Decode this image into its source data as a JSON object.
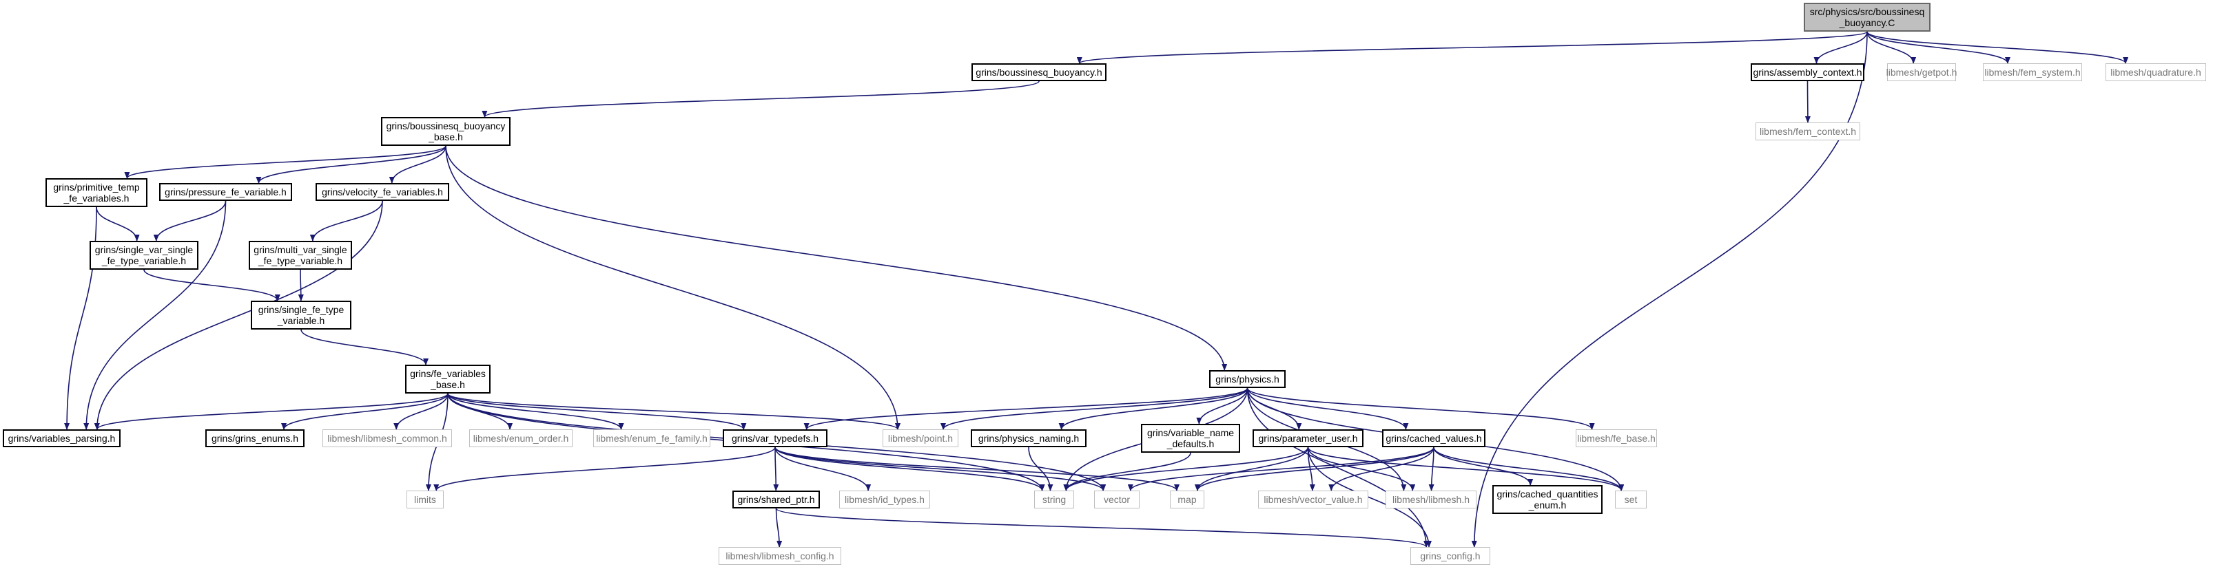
{
  "graph": {
    "edge_color": "#191970",
    "root_fill": "#bfbfbf",
    "external_color": "#bfbfbf",
    "nodes": {
      "root": "src/physics/src/boussinesq\n_buoyancy.C",
      "boussinesq_buoyancy_h": "grins/boussinesq_buoyancy.h",
      "assembly_context_h": "grins/assembly_context.h",
      "getpot_h": "libmesh/getpot.h",
      "fem_system_h": "libmesh/fem_system.h",
      "quadrature_h": "libmesh/quadrature.h",
      "fem_context_h": "libmesh/fem_context.h",
      "boussinesq_buoyancy_base_h": "grins/boussinesq_buoyancy\n_base.h",
      "primitive_temp_fe_variables_h": "grins/primitive_temp\n_fe_variables.h",
      "pressure_fe_variable_h": "grins/pressure_fe_variable.h",
      "velocity_fe_variables_h": "grins/velocity_fe_variables.h",
      "single_var_single_fe_type_variable_h": "grins/single_var_single\n_fe_type_variable.h",
      "multi_var_single_fe_type_variable_h": "grins/multi_var_single\n_fe_type_variable.h",
      "single_fe_type_variable_h": "grins/single_fe_type\n_variable.h",
      "fe_variables_base_h": "grins/fe_variables\n_base.h",
      "physics_h": "grins/physics.h",
      "variables_parsing_h": "grins/variables_parsing.h",
      "grins_enums_h": "grins/grins_enums.h",
      "libmesh_common_h": "libmesh/libmesh_common.h",
      "enum_order_h": "libmesh/enum_order.h",
      "enum_fe_family_h": "libmesh/enum_fe_family.h",
      "var_typedefs_h": "grins/var_typedefs.h",
      "point_h": "libmesh/point.h",
      "physics_naming_h": "grins/physics_naming.h",
      "variable_name_defaults_h": "grins/variable_name\n_defaults.h",
      "parameter_user_h": "grins/parameter_user.h",
      "cached_values_h": "grins/cached_values.h",
      "fe_base_h": "libmesh/fe_base.h",
      "limits": "limits",
      "shared_ptr_h": "grins/shared_ptr.h",
      "id_types_h": "libmesh/id_types.h",
      "string": "string",
      "vector": "vector",
      "map": "map",
      "vector_value_h": "libmesh/vector_value.h",
      "libmesh_h": "libmesh/libmesh.h",
      "cached_quantities_enum_h": "grins/cached_quantities\n_enum.h",
      "set": "set",
      "libmesh_config_h": "libmesh/libmesh_config.h",
      "grins_config_h": "grins_config.h"
    }
  }
}
